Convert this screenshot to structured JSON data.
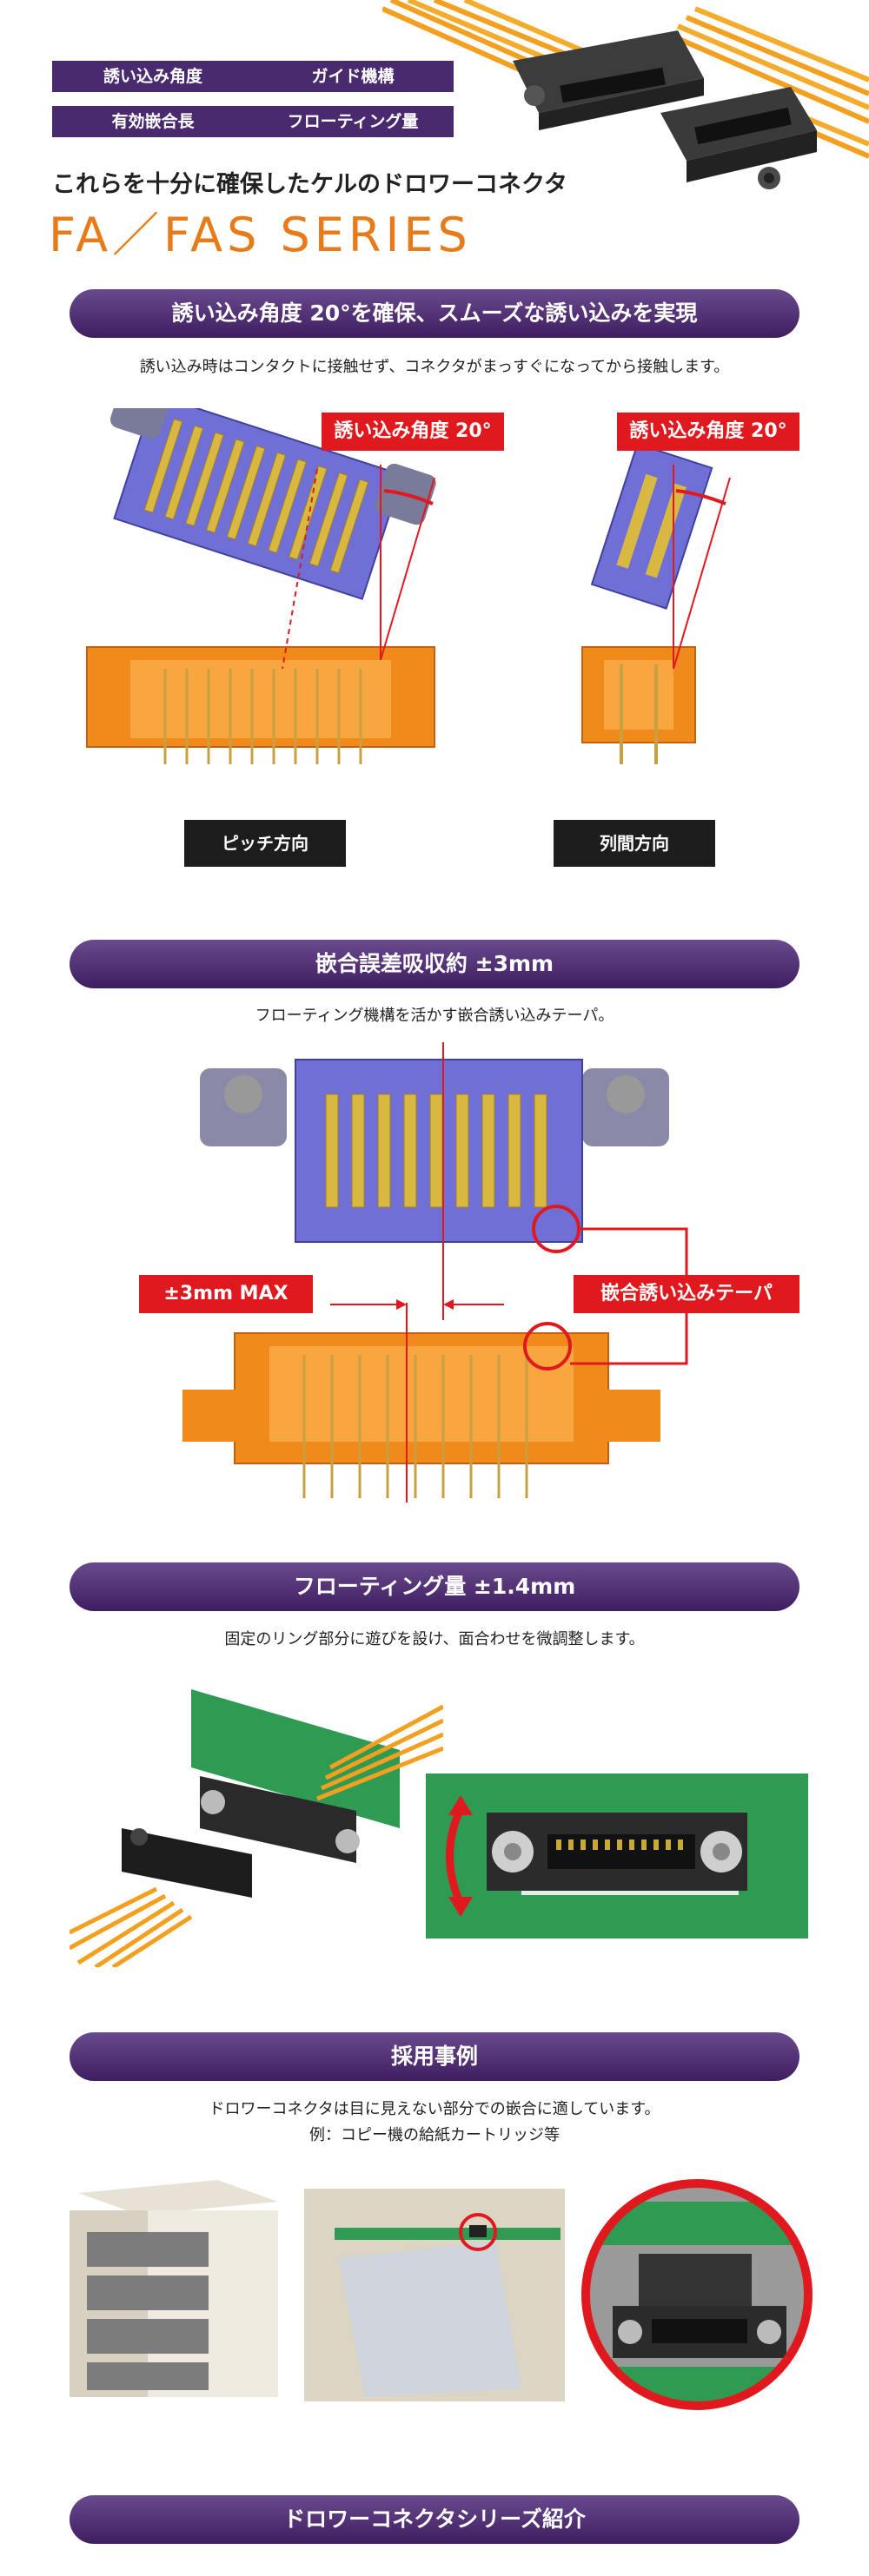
{
  "header": {
    "tags": [
      "誘い込み角度",
      "ガイド機構",
      "有効嵌合長",
      "フローティング量"
    ],
    "subtitle": "これらを十分に確保したケルのドロワーコネクタ",
    "series_name": "FA／FAS SERIES"
  },
  "section1": {
    "title": "誘い込み角度 20°を確保、スムーズな誘い込みを実現",
    "description": "誘い込み時はコンタクトに接触せず、コネクタがまっすぐになってから接触します。",
    "angle_label_left": "誘い込み角度 20°",
    "angle_label_right": "誘い込み角度 20°",
    "caption_left": "ピッチ方向",
    "caption_right": "列間方向"
  },
  "section2": {
    "title": "嵌合誤差吸収約 ±3mm",
    "description": "フローティング機構を活かす嵌合誘い込みテーパ。",
    "label_max": "±3mm MAX",
    "label_taper": "嵌合誘い込みテーパ"
  },
  "section3": {
    "title": "フローティング量 ±1.4mm",
    "description": "固定のリング部分に遊びを設け、面合わせを微調整します。"
  },
  "section4": {
    "title": "採用事例",
    "description_line1": "ドロワーコネクタは目に見えない部分での嵌合に適しています。",
    "description_line2": "例：コピー機の給紙カートリッジ等"
  },
  "section5": {
    "title": "ドロワーコネクタシリーズ紹介"
  },
  "colors": {
    "accent_purple": "#4a2a6e",
    "series_orange": "#e87a18",
    "label_red": "#e0191f",
    "connector_blue": "#6f6fd6",
    "connector_orange": "#f08a1a",
    "pcb_green": "#2e9a52"
  }
}
